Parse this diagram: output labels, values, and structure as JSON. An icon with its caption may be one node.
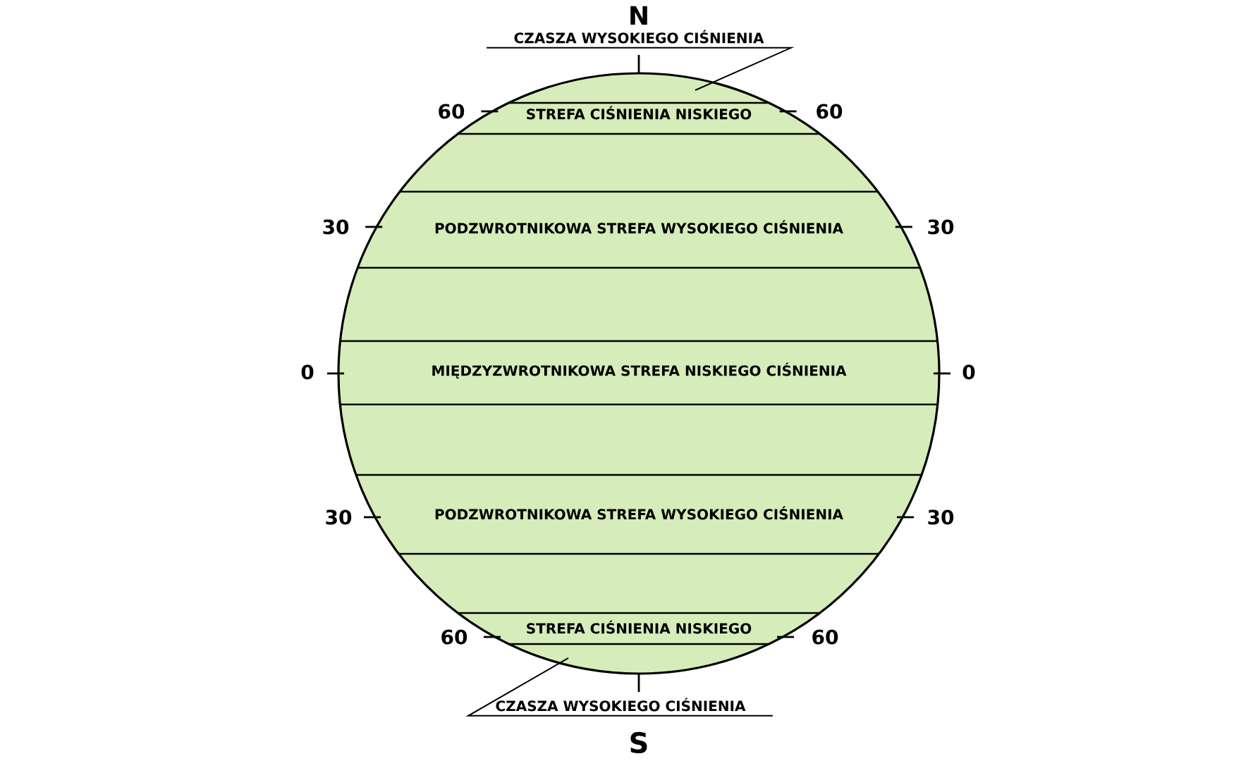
{
  "diagram": {
    "nodes": [
      {
        "text": [
          "CZASZA WYSOKIEGO CIŚNIENIA"
        ]
      },
      {
        "text": [
          "CZASZA WYSOKIEGO CIŚNIENIA"
        ]
      }
    ],
    "edges": [
      {
        "from": 0,
        "to": null,
        "arrow": "none"
      },
      {
        "from": 1,
        "to": null,
        "arrow": "none"
      }
    ],
    "labels": [
      "N",
      "60",
      "STREFA CIŚNIENIA NISKIEGO",
      "60",
      "30",
      "PODZWROTNIKOWA STREFA WYSOKIEGO CIŚNIENIA",
      "30",
      "0",
      "MIĘDZYZWROTNIKOWA STREFA NISKIEGO CIŚNIENIA",
      "0",
      "30",
      "PODZWROTNIKOWA STREFA WYSOKIEGO CIŚNIENIA",
      "30",
      "60",
      "STREFA CIŚNIENIA NISKIEGO",
      "60",
      "S"
    ]
  }
}
